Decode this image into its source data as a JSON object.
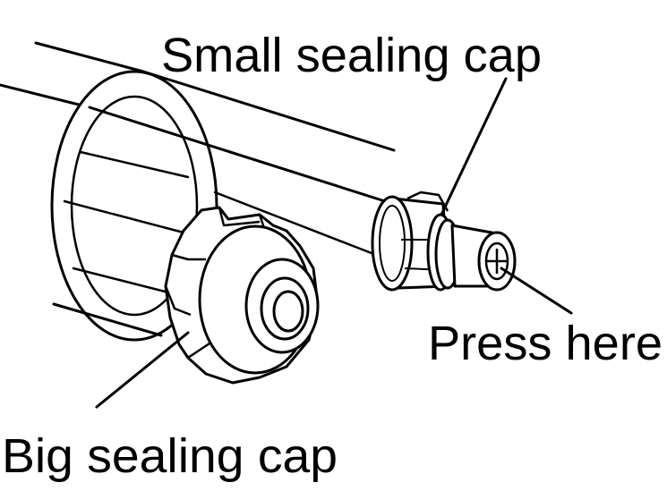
{
  "labels": {
    "small_cap": "Small sealing cap",
    "press": "Press here",
    "big_cap": "Big sealing cap"
  },
  "colors": {
    "ink": "#000000",
    "fill": "#ffffff",
    "shade": "#d9d9d9"
  }
}
